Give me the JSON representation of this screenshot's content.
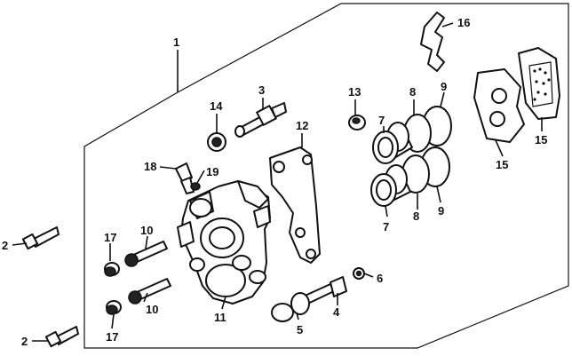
{
  "diagram": {
    "labels": [
      {
        "key": "p1",
        "text": "1"
      },
      {
        "key": "p2a",
        "text": "2"
      },
      {
        "key": "p2b",
        "text": "2"
      },
      {
        "key": "p3",
        "text": "3"
      },
      {
        "key": "p4",
        "text": "4"
      },
      {
        "key": "p5",
        "text": "5"
      },
      {
        "key": "p6",
        "text": "6"
      },
      {
        "key": "p7a",
        "text": "7"
      },
      {
        "key": "p7b",
        "text": "7"
      },
      {
        "key": "p8a",
        "text": "8"
      },
      {
        "key": "p8b",
        "text": "8"
      },
      {
        "key": "p9a",
        "text": "9"
      },
      {
        "key": "p9b",
        "text": "9"
      },
      {
        "key": "p10a",
        "text": "10"
      },
      {
        "key": "p10b",
        "text": "10"
      },
      {
        "key": "p11",
        "text": "11"
      },
      {
        "key": "p12",
        "text": "12"
      },
      {
        "key": "p13",
        "text": "13"
      },
      {
        "key": "p14",
        "text": "14"
      },
      {
        "key": "p15a",
        "text": "15"
      },
      {
        "key": "p15b",
        "text": "15"
      },
      {
        "key": "p16",
        "text": "16"
      },
      {
        "key": "p17a",
        "text": "17"
      },
      {
        "key": "p17b",
        "text": "17"
      },
      {
        "key": "p18",
        "text": "18"
      },
      {
        "key": "p19",
        "text": "19"
      }
    ]
  }
}
